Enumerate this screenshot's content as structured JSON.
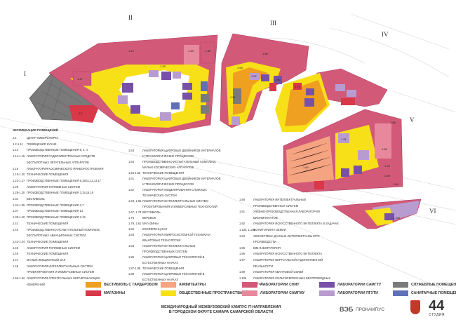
{
  "roman_numerals": [
    "I",
    "II",
    "III",
    "IV",
    "V",
    "VI"
  ],
  "explication_title": "ЭКСПЛИКАЦИЯ ПОМЕЩЕНИЙ",
  "rows_left": [
    {
      "c": "1.1",
      "t": "ЦЕНТР КИБЕРСПОРТА"
    },
    {
      "c": "1.2-1.11",
      "t": "ПОМЕЩЕНИЯ КУХНИ"
    },
    {
      "c": "1.13",
      "t": "ПРОИЗВОДСТВЕННЫЕ ПОМЕЩЕНИЯ 8, 4, 4"
    },
    {
      "c": "1.14-1.15",
      "t": "ЛАБОРАТОРИЯ РАДИОЭЛЕКТРОННЫХ СРЕДСТВ"
    },
    {
      "c": "",
      "t": "БЕСПИЛОТНЫХ ЛЕТАТЕЛЬНЫХ АППАРАТОВ"
    },
    {
      "c": "1.18",
      "t": "ЛАБОРАТОРИЯ КОСМИЧЕСКОГО ПРИБОРОСТРОЕНИЯ"
    },
    {
      "c": "1.19-1.20",
      "t": "ТЕХНИЧЕСКИЕ ПОМЕЩЕНИЯ"
    },
    {
      "c": "1.22-1.27",
      "t": "ПРОИЗВОДСТВЕННЫЕ ПОМЕЩЕНИЯ 6,18/11,12,13,17"
    },
    {
      "c": "1.28",
      "t": "ЛАБОРАТОРИЯ ТОПЛИВНЫХ СИСТЕМ"
    },
    {
      "c": "1.29-1.30",
      "t": "ПРОИЗВОДСТВЕННЫЕ ПОМЕЩЕНИЯ 3,15,16,18"
    },
    {
      "c": "1.31",
      "t": "ВЕСТИБЮЛЬ"
    },
    {
      "c": "1.34-1.35",
      "t": "ПРОИЗВОДСТВЕННЫЕ ПОМЕЩЕНИЯ 3,7"
    },
    {
      "c": "1.37",
      "t": "ПРОИЗВОДСТВЕННЫЕ ПОМЕЩЕНИЯ 14"
    },
    {
      "c": "1.39-1.40",
      "t": "ПРОИЗВОДСТВЕННЫЕ ПОМЕЩЕНИЯ 2,19"
    },
    {
      "c": "1.41",
      "t": "ТЕХНИЧЕСКИЕ ПОМЕЩЕНИЯ"
    },
    {
      "c": "1.42",
      "t": "ПРОИЗВОДСТВЕННО-ИСПЫТАТЕЛЬНЫЙ КОМПЛЕКС"
    },
    {
      "c": "",
      "t": "БЕСПИЛОТНЫХ АВИАЦИОННЫХ СИСТЕМ"
    },
    {
      "c": "1.43-1.44",
      "t": "ТЕХНИЧЕСКИЕ ПОМЕЩЕНИЯ"
    },
    {
      "c": "1.45",
      "t": "ЛАБОРАТОРИЯ ТОПЛИВНЫХ СИСТЕМ"
    },
    {
      "c": "1.46",
      "t": "ТЕХНИЧЕСКИЕ ПОМЕЩЕНИЯ"
    },
    {
      "c": "1.47",
      "t": "МАЛЫЙ ЛЕКЦИОННЫЙ ЗАЛ"
    },
    {
      "c": "1.48",
      "t": "ЛАБОРАТОРИЯ ИНТЕЛЛЕКТУАЛЬНЫХ СИСТЕМ"
    },
    {
      "c": "",
      "t": "ПРОЕКТИРОВАНИЯ И ИММЕРСИВНЫХ СИСТЕМ"
    },
    {
      "c": "1.50-1.52",
      "t": "ЛАБОРАТОРИЯ СПЕКТРАЛЬНЫХ НЕРАЗРУШАЮЩИХ"
    },
    {
      "c": "",
      "t": "ИЗМЕРЕНИЙ"
    }
  ],
  "rows_mid": [
    {
      "c": "1.53",
      "t": "ЛАБОРАТОРИЯ ЦИФРОВЫХ ДВОЙНИКОВ МАТЕРИАЛОВ"
    },
    {
      "c": "",
      "t": "И ТЕХНОЛОГИЧЕСКИХ ПРОЦЕССОВ"
    },
    {
      "c": "1.54",
      "t": "ПРОИЗВОДСТВЕННО-ИСПЫТАТЕЛЬНЫЙ КОМПЛЕКС"
    },
    {
      "c": "",
      "t": "МАЛЫХ КОСМИЧЕСКИХ АППАРАТОВ"
    },
    {
      "c": "1.55-1.56",
      "t": "ТЕХНИЧЕСКИЕ ПОМЕЩЕНИЯ"
    },
    {
      "c": "1.61",
      "t": "ЛАБОРАТОРИЯ ЦИФРОВЫХ ДВОЙНИКОВ МАТЕРИАЛОВ"
    },
    {
      "c": "",
      "t": "И ТЕХНОЛОГИЧЕСКИХ ПРОЦЕССОВ"
    },
    {
      "c": "1.62",
      "t": "ЛАБОРАТОРИЯ МОДЕЛИРОВАНИЯ СЛОЖНЫХ"
    },
    {
      "c": "",
      "t": "ТЕХНИЧЕСКИХ СИСТЕМ"
    },
    {
      "c": "1.63, 1.65",
      "t": "ЛАБОРАТОРИЯ ИНТЕЛЛЕКТУАЛЬНЫХ СИСТЕМ"
    },
    {
      "c": "",
      "t": "ПРОЕКТИРОВАНИЯ И ИММЕРСИВНЫХ ТЕХНОЛОГИЙ"
    },
    {
      "c": "1.67, 1.73",
      "t": "ВЕСТИБЮЛЬ"
    },
    {
      "c": "1.76",
      "t": "ВЕРЕВОК"
    },
    {
      "c": "1.79, 1.81",
      "t": "МАГАЗИНЫ"
    },
    {
      "c": "1.82",
      "t": "КОНФЕРЕНЦ-ЗАЛ"
    },
    {
      "c": "1.83",
      "t": "ЛАБОРАТОРИЯ МИКРОСИСТЕМНОЙ ТЕХНИКИ И"
    },
    {
      "c": "",
      "t": "КВАНТОВЫХ ТЕХНОЛОГИЙ"
    },
    {
      "c": "1.84",
      "t": "ЛАБОРАТОРИЯ ИНТЕЛЛЕКТУАЛЬНЫХ"
    },
    {
      "c": "",
      "t": "ПРОИЗВОДСТВЕННЫХ СИСТЕМ"
    },
    {
      "c": "1.85",
      "t": "ЛАБОРАТОРИЯ ЦИФРОВЫХ ТЕХНОЛОГИЙ В"
    },
    {
      "c": "",
      "t": "ЕСТЕСТВЕННЫХ НАУКАХ"
    },
    {
      "c": "1.87-1.88",
      "t": "ТЕХНИЧЕСКИЕ ПОМЕЩЕНИЯ"
    },
    {
      "c": "1.89",
      "t": "ЛАБОРАТОРИЯ ЦИФРОВЫХ ТЕХНОЛОГИЙ В"
    },
    {
      "c": "",
      "t": "ЕСТЕСТВЕННЫХ НАУКАХ"
    }
  ],
  "rows_right": [
    {
      "c": "1.90",
      "t": "ЛАБОРАТОРИЯ ИНТЕЛЛЕКТУАЛЬНЫХ"
    },
    {
      "c": "",
      "t": "ПРОИЗВОДСТВЕННЫХ СИСТЕМ"
    },
    {
      "c": "1.91",
      "t": "УЧЕБНО-ПРОИЗВОДСТВЕННАЯ ЛАБОРАТОРИЯ"
    },
    {
      "c": "",
      "t": "БИОИМПЛАНТОВ"
    },
    {
      "c": "1.92",
      "t": "ЛАБОРАТОРИЯ ИСКУССТВЕННОГО ИНТЕЛЛЕКТА В ЗАДАЧАХ"
    },
    {
      "c": "1.100, 1.101",
      "t": "МОНИТОРИНГА ЗЕМЛИ"
    },
    {
      "c": "1.94",
      "t": "ЭКОСИСТЕМА ДАННЫХ ИНТЕЛЛЕКТУАЛЬНОГО"
    },
    {
      "c": "",
      "t": "ПРОИЗВОДСТВА"
    },
    {
      "c": "1.95",
      "t": "BIM-ЛАБОРАТОРИЯ"
    },
    {
      "c": "1.96",
      "t": "ЛАБОРАТОРИЯ ИСКУССТВЕННОГО ИНТЕЛЛЕКТА"
    },
    {
      "c": "1.97",
      "t": "ЛАБОРАТОРИЯ ВИРТУАЛЬНОЙ И ДОПОЛНЕННОЙ"
    },
    {
      "c": "",
      "t": "РЕАЛЬНОСТИ"
    },
    {
      "c": "1.99",
      "t": "ЛАБОРАТОРИЯ КВАНТОВОЙ СВЯЗИ"
    },
    {
      "c": "1.106",
      "t": "ЛАБОРАТОРИЯ МУЛЬТИСЕРВИСНЫХ БЕСПРОВОДНЫХ"
    },
    {
      "c": "",
      "t": "СЕТЕЙ"
    }
  ],
  "legend": [
    {
      "label": "ВЕСТИБЮЛЬ С ГАРДЕРОБОМ",
      "color": "#f0a020"
    },
    {
      "label": "МАГАЗИНЫ",
      "color": "#d83848"
    },
    {
      "label": "АМФИТЕАТРЫ",
      "color": "#f4a480"
    },
    {
      "label": "ОБЩЕСТВЕННЫЕ ПРОСТРАНСТВА",
      "color": "#f7e018"
    },
    {
      "label": "ЛАБОРАТОРИИ СНИУ",
      "color": "#d25a78"
    },
    {
      "label": "ЛАБОРАТОРИИ САМГМУ",
      "color": "#e8889c"
    },
    {
      "label": "ЛАБОРАТОРИИ САМГТУ",
      "color": "#7850a8"
    },
    {
      "label": "ЛАБОРАТОРИИ ПГУТИ",
      "color": "#b89cd0"
    },
    {
      "label": "СЛУЖЕБНЫЕ ПОМЕЩЕНИЯ",
      "color": "#7a7a7a"
    },
    {
      "label": "САНИТАРНЫЕ ПОМЕЩЕНИЯ",
      "color": "#6070b8"
    }
  ],
  "title": "МЕЖДУНАРОДНЫЙ МЕЖВУЗОВСКИЙ КАМПУС IT-НАПРАВЛЕНИЯ\nВ ГОРОДСКОМ ОКРУГЕ САМАРА САМАРСКОЙ ОБЛАСТИ",
  "logo_vev": "ВЭБ",
  "logo_pro": "ПРОКАМПУС",
  "logo_studio_num": "44",
  "logo_studio_word": "СТУДИЯ",
  "room_labels": {
    "r1_1": "1.1",
    "r1_42": "1.42",
    "r1_45": "1.45",
    "r1_38": "1.38",
    "r1_37": "1.37",
    "r1_33": "1.33",
    "r1_56": "1.56",
    "r1_53": "1.53",
    "r1_51": "1.51",
    "r1_57": "1.57",
    "r1_60": "1.60",
    "r1_79": "1.79",
    "r1_86": "1.86",
    "r1_89": "1.89",
    "r1_82": "1.82",
    "r1_91": "1.91",
    "r1_93": "1.93",
    "r1_95": "1.95",
    "r1_84": "1.84",
    "r1_106": "1.106"
  },
  "colors": {
    "yellow": "#f7e018",
    "orange": "#f0a020",
    "pink": "#d25a78",
    "lightpink": "#e8889c",
    "purple": "#7850a8",
    "lavender": "#b89cd0",
    "gray": "#7a7a7a",
    "blue": "#6070b8",
    "red": "#d83848",
    "salmon": "#f4a480"
  }
}
